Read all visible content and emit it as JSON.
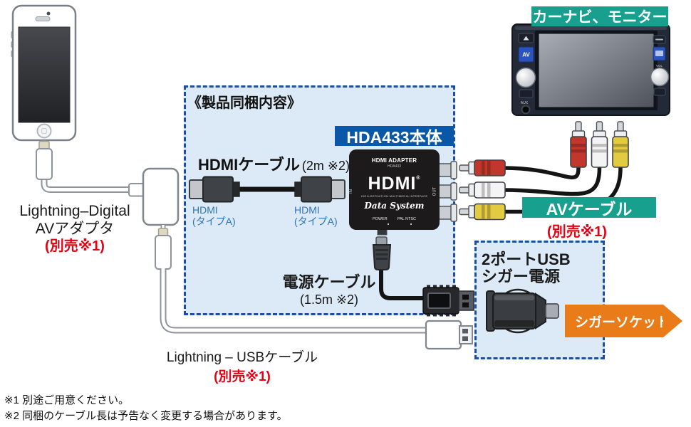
{
  "colors": {
    "teal": "#16a08d",
    "label_blue": "#0b57a7",
    "box_border_navy": "#1d4f9e",
    "box_fill": "#dce9f6",
    "note_red": "#e60012",
    "connector_blue": "#2e74b9",
    "arrow_orange": "#e97b18"
  },
  "chips": {
    "monitor": "カーナビ、モニター",
    "unit": "HDA433本体",
    "av_cable": "AVケーブル",
    "cigar_arrow": "シガーソケットへ"
  },
  "bundle": {
    "title": "《製品同梱内容》"
  },
  "hdmi_cable": {
    "name": "HDMIケーブル",
    "length": "(2m ※2)",
    "left": {
      "l1": "HDMI",
      "l2": "(タイプA)"
    },
    "right": {
      "l1": "HDMI",
      "l2": "(タイプA)"
    }
  },
  "device": {
    "title": "HDMI ADAPTER",
    "model": "HDA433",
    "logo": "HDMI",
    "logo_reg": "®",
    "logo_sub": "HIGH-DEFINITION MULTIMEDIA INTERFACE",
    "brand": "Data System",
    "power": "POWER",
    "pal_ntsc": "PAL NTSC",
    "in": "IN",
    "out": "OUT"
  },
  "av_cable": {
    "note": "(別売※1)"
  },
  "power_cable": {
    "name": "電源ケーブル",
    "length": "(1.5m ※2)"
  },
  "usb_power": {
    "line1": "2ポートUSB",
    "line2": "シガー電源"
  },
  "lightning_adapter": {
    "line1": "Lightning–Digital",
    "line2": "AVアダプタ",
    "note": "(別売※1)"
  },
  "lightning_usb": {
    "name": "Lightning – USBケーブル",
    "note": "(別売※1)"
  },
  "monitor": {
    "av_button": "AV",
    "aux": "AUX",
    "vol": "VOL"
  },
  "footnotes": [
    "※1 別途ご用意ください。",
    "※2 同梱のケーブル長は予告なく変更する場合があります。"
  ]
}
